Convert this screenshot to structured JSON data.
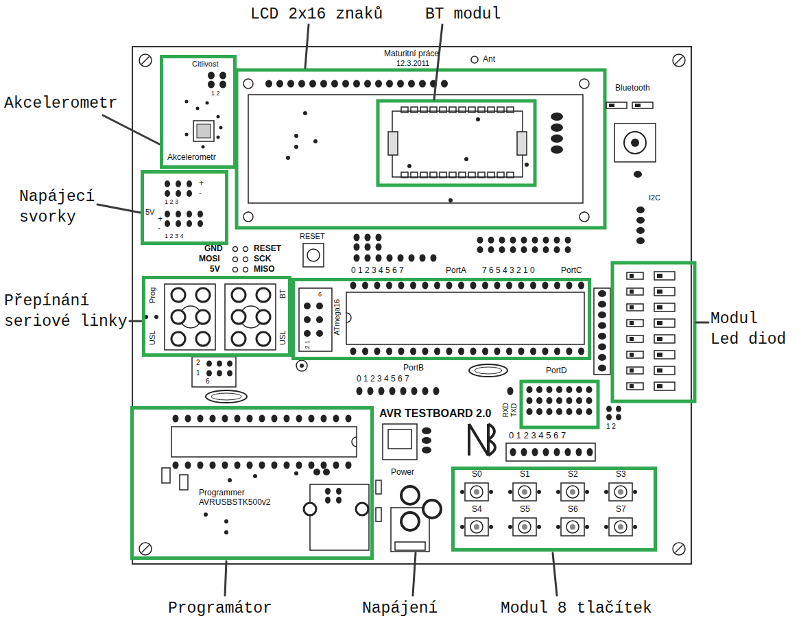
{
  "diagram": {
    "nodes": [
      {
        "text": [
          "Citlivost",
          "1 2",
          "Akcelerometr"
        ]
      },
      {
        "text": [
          "+",
          "-",
          "1 2 3",
          "5V",
          "+",
          "-",
          "1 2 3 4"
        ]
      },
      {
        "text": [
          "Prog",
          "USL",
          "BT",
          "USL"
        ]
      },
      {
        "text": [
          "ATmega16",
          "2 1",
          "6"
        ]
      },
      {
        "text": [
          "Programmer AVRUSBSTK500v2"
        ]
      },
      {
        "text": [
          "S0",
          "S1",
          "S2",
          "S3",
          "S4",
          "S5",
          "S6",
          "S7"
        ]
      }
    ],
    "labels": [
      "LCD 2x16 znaků",
      "BT modul",
      "Akcelerometr",
      "Napájecí svorky",
      "Přepínání seriové linky",
      "Modul Led diod",
      "Programátor",
      "Napájení",
      "Modul 8 tlačítek",
      "Maturitní práce",
      "12.3.2011",
      "Ant",
      "Bluetooth",
      "I2C",
      "RESET",
      "GND",
      "RESET",
      "MOSI",
      "SCK",
      "5V",
      "MISO",
      "0 1 2 3 4 5 6 7",
      "PortA",
      "7 6 5 4 3 2 1 0",
      "PortC",
      "2",
      "1",
      "6",
      "PortB",
      "0 1 2 3 4 5 6 7",
      "PortD",
      "RXD",
      "TXD",
      "1 2",
      "0 1 2 3 4 5 6 7",
      "AVR TESTBOARD 2.0",
      "Power"
    ]
  }
}
